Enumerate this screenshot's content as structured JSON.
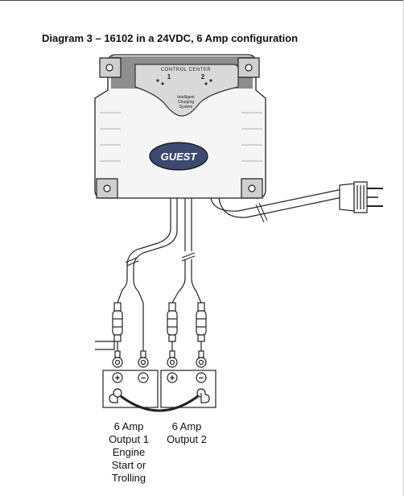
{
  "title": "Diagram 3 – 16102 in a 24VDC, 6 Amp configuration",
  "charger": {
    "panel_title": "CONTROL CENTER",
    "bank_1": "1",
    "bank_2": "2",
    "system_line1": "Intelligent",
    "system_line2": "Charging",
    "system_line3": "System",
    "logo_text": "GUEST"
  },
  "terminals": {
    "positive_symbol": "+",
    "negative_symbol": "−"
  },
  "outputs": [
    {
      "lines": [
        "6 Amp",
        "Output 1",
        "Engine",
        "Start or",
        "Trolling"
      ]
    },
    {
      "lines": [
        "6 Amp",
        "Output 2"
      ]
    }
  ],
  "colors": {
    "line": "#222222",
    "charger_body": "#f2f2f2",
    "charger_shade": "#9a9a9a",
    "logo_fill": "#3b4a6e"
  }
}
